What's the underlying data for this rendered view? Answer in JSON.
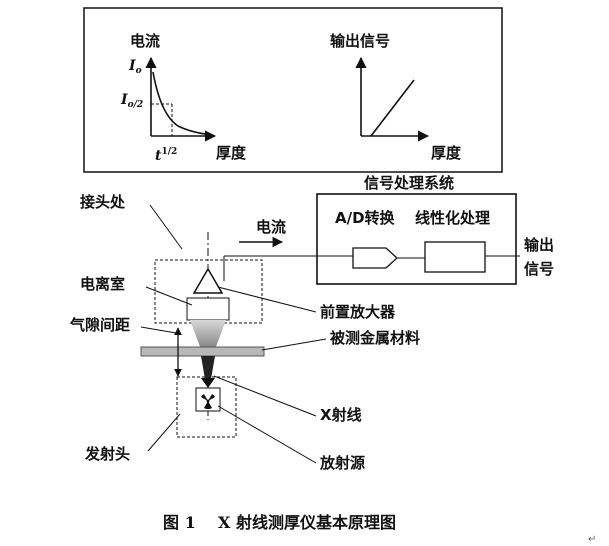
{
  "graph_current": {
    "ylabel": "电流",
    "io_label": "I",
    "io_sub": "o",
    "io2_label": "I",
    "io2_sub": "o/2",
    "t_label": "t",
    "t_sup": "1/2",
    "xlabel": "厚度"
  },
  "graph_output": {
    "ylabel": "输出信号",
    "xlabel": "厚度"
  },
  "labels": {
    "signal_system": "信号处理系统",
    "joint": "接头处",
    "current": "电流",
    "ad_converter": "A/D转换",
    "linearize": "线性化处理",
    "output_line1": "输出",
    "output_line2": "信号",
    "ion_chamber": "电离室",
    "preamp": "前置放大器",
    "air_gap": "气隙间距",
    "material": "被测金属材料",
    "xray": "X射线",
    "emitter": "发射头",
    "source": "放射源"
  },
  "caption": "图 1    X 射线测厚仪基本原理图"
}
